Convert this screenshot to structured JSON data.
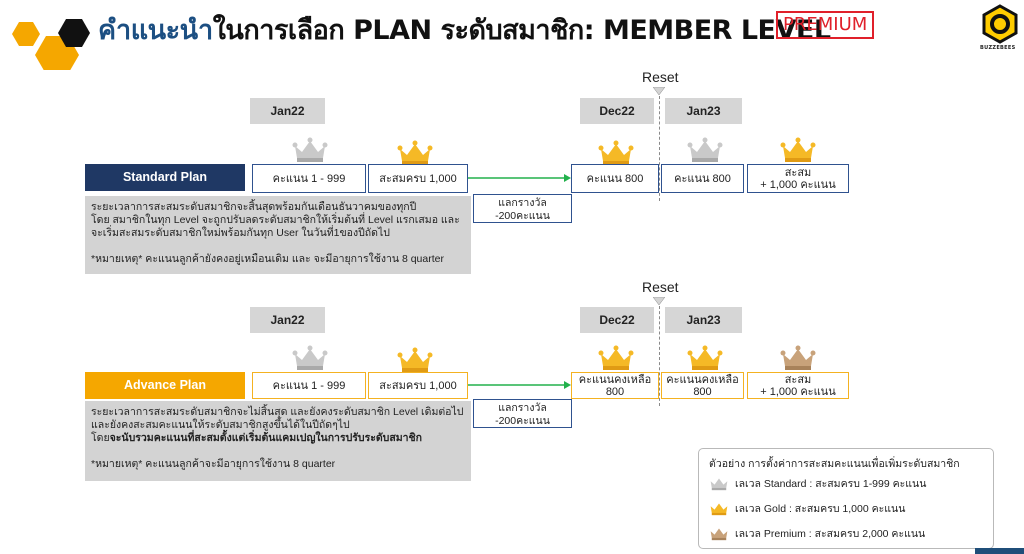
{
  "header": {
    "title_accent": "คำแนะนำ",
    "title_rest": "ในการเลือก PLAN ระดับสมาชิก: MEMBER LEVEL",
    "premium_tag": "PREMIUM",
    "logo_text": "BUZZEBEES"
  },
  "colors": {
    "standard": "#1f3864",
    "advance": "#f5a700",
    "silver_crown": "#c9c9c9",
    "gold_crown": "#f5b926",
    "premium_crown": "#c8a27a",
    "arrow": "#22b14c"
  },
  "standard": {
    "label": "Standard Plan",
    "month1": "Jan22",
    "month2": "Dec22",
    "month3": "Jan23",
    "reset": "Reset",
    "cell1": "คะแนน 1 - 999",
    "cell2": "สะสมครบ 1,000",
    "cell3": "คะแนน 800",
    "cell4": "คะแนน 800",
    "cell5_line1": "สะสม",
    "cell5_line2": "+ 1,000 คะแนน",
    "redeem_line1": "แลกรางวัล",
    "redeem_line2": "-200คะแนน",
    "desc_line1": "ระยะเวลาการสะสมระดับสมาชิกจะสิ้นสุดพร้อมกันเดือนธันวาคมของทุกปี",
    "desc_line2": "โดย สมาชิกในทุก Level จะถูกปรับลดระดับสมาชิกให้เริ่มต้นที่ Level แรกเสมอ และ",
    "desc_line3": "จะเริ่มสะสมระดับสมาชิกใหม่พร้อมกันทุก User ในวันที่1ของปีถัดไป",
    "desc_note": "*หมายเหตุ* คะแนนลูกค้ายังคงอยู่เหมือนเดิม และ จะมีอายุการใช้งาน 8 quarter"
  },
  "advance": {
    "label": "Advance Plan",
    "month1": "Jan22",
    "month2": "Dec22",
    "month3": "Jan23",
    "reset": "Reset",
    "cell1": "คะแนน 1 - 999",
    "cell2": "สะสมครบ 1,000",
    "cell3_line1": "คะแนนคงเหลือ",
    "cell3_line2": "800",
    "cell4_line1": "คะแนนคงเหลือ",
    "cell4_line2": "800",
    "cell5_line1": "สะสม",
    "cell5_line2": "+ 1,000 คะแนน",
    "redeem_line1": "แลกรางวัล",
    "redeem_line2": "-200คะแนน",
    "desc_line1": "ระยะเวลาการสะสมระดับสมาชิกจะไม่สิ้นสุด และยังคงระดับสมาชิก Level เดิมต่อไป",
    "desc_line2": "และยังคงสะสมคะแนนให้ระดับสมาชิกสูงขึ้นได้ในปีถัดๆไป",
    "desc_line3_prefix": "โดย",
    "desc_line3_bold": "จะนับรวมคะแนนที่สะสมตั้งแต่เริ่มต้นแคมเปญในการปรับระดับสมาชิก",
    "desc_note": "*หมายเหตุ* คะแนนลูกค้าจะมีอายุการใช้งาน 8 quarter"
  },
  "legend": {
    "title": "ตัวอย่าง การตั้งค่าการสะสมคะแนนเพื่อเพิ่มระดับสมาชิก",
    "items": [
      {
        "text": "เลเวล Standard : สะสมครบ 1-999 คะแนน",
        "crown": "silver"
      },
      {
        "text": "เลเวล Gold : สะสมครบ 1,000 คะแนน",
        "crown": "gold"
      },
      {
        "text": "เลเวล Premium : สะสมครบ 2,000 คะแนน",
        "crown": "premium"
      }
    ]
  }
}
